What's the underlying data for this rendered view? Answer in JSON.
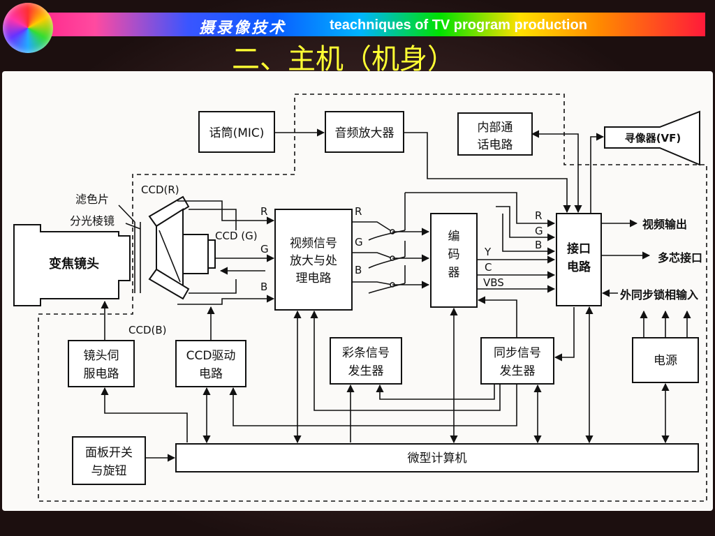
{
  "header": {
    "brand": "摄录像技术",
    "subtitle": "teachniques of TV program production",
    "title": "二、主机（机身）"
  },
  "blocks": {
    "mic": "话筒(MIC)",
    "audio_amp": "音频放大器",
    "intercom_line1": "内部通",
    "intercom_line2": "话电路",
    "viewfinder": "寻像器(VF)",
    "lens": "变焦镜头",
    "video_proc_line1": "视频信号",
    "video_proc_line2": "放大与处",
    "video_proc_line3": "理电路",
    "encoder_line1": "编",
    "encoder_line2": "码",
    "encoder_line3": "器",
    "interface_line1": "接口",
    "interface_line2": "电路",
    "lens_servo_line1": "镜头伺",
    "lens_servo_line2": "服电路",
    "ccd_driver_line1": "CCD驱动",
    "ccd_driver_line2": "电路",
    "color_bar_line1": "彩条信号",
    "color_bar_line2": "发生器",
    "sync_gen_line1": "同步信号",
    "sync_gen_line2": "发生器",
    "power": "电源",
    "panel_line1": "面板开关",
    "panel_line2": "与旋钮",
    "microcomputer": "微型计算机"
  },
  "labels": {
    "filter": "滤色片",
    "prism": "分光棱镜",
    "ccd_r": "CCD(R)",
    "ccd_g": "CCD (G)",
    "ccd_b": "CCD(B)",
    "r": "R",
    "g": "G",
    "b": "B",
    "y": "Y",
    "c": "C",
    "vbs": "VBS",
    "video_out": "视频输出",
    "multi_connector": "多芯接口",
    "genlock_in": "外同步锁相输入"
  },
  "colors": {
    "title": "#ffff33",
    "panel": "#fbfaf8"
  }
}
